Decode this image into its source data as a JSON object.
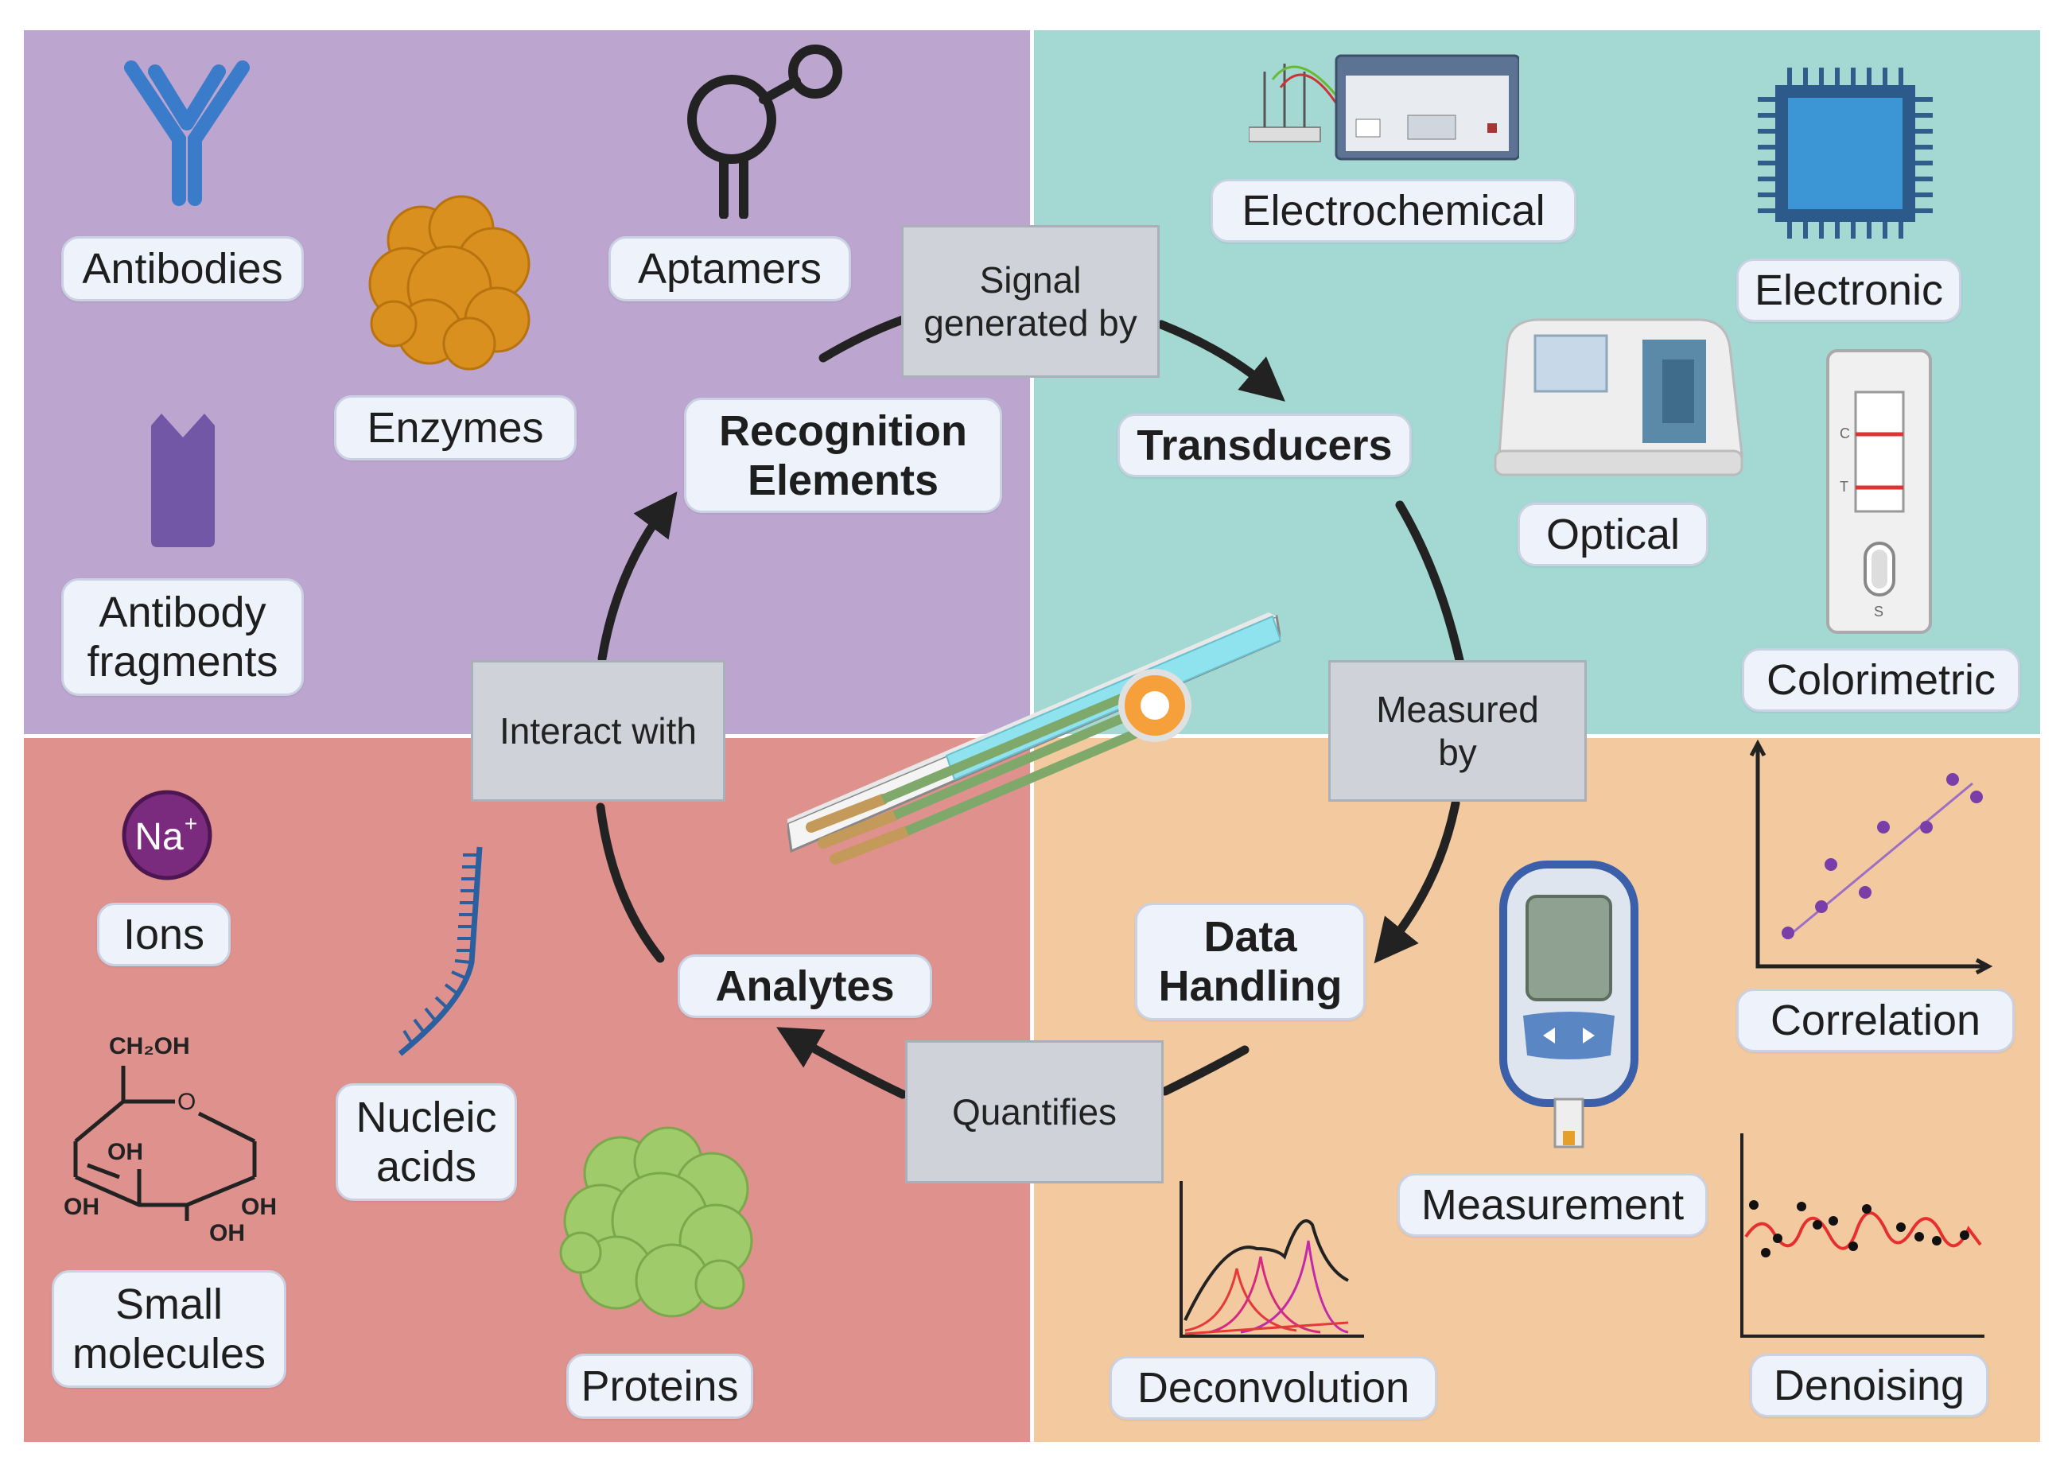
{
  "quadrants": {
    "recognition": {
      "color": "#bca5cf"
    },
    "transducers": {
      "color": "#a3d8d3"
    },
    "analytes": {
      "color": "#de918d"
    },
    "data": {
      "color": "#f3c99f"
    }
  },
  "cycle": {
    "recognition_elements": [
      "Recognition",
      "Elements"
    ],
    "transducers": "Transducers",
    "data_handling": [
      "Data",
      "Handling"
    ],
    "analytes": "Analytes"
  },
  "connectors": {
    "signal": [
      "Signal",
      "generated by"
    ],
    "measured": [
      "Measured",
      "by"
    ],
    "quantifies": "Quantifies",
    "interact": "Interact with"
  },
  "recognition_items": {
    "antibodies": "Antibodies",
    "enzymes": "Enzymes",
    "aptamers": "Aptamers",
    "antibody_fragments": [
      "Antibody",
      "fragments"
    ]
  },
  "transducer_items": {
    "electrochemical": "Electrochemical",
    "electronic": "Electronic",
    "optical": "Optical",
    "colorimetric": "Colorimetric"
  },
  "analyte_items": {
    "ions": "Ions",
    "na_symbol": "Na",
    "na_charge": "+",
    "nucleic_acids": [
      "Nucleic",
      "acids"
    ],
    "small_molecules": [
      "Small",
      "molecules"
    ],
    "proteins": "Proteins"
  },
  "data_items": {
    "measurement": "Measurement",
    "correlation": "Correlation",
    "deconvolution": "Deconvolution",
    "denoising": "Denoising"
  },
  "glucose_labels": {
    "ch2oh": "CH₂OH",
    "o": "O",
    "oh1": "OH",
    "oh2": "OH",
    "oh3": "OH",
    "oh4": "OH"
  },
  "test_strip_labels": {
    "c": "C",
    "t": "T",
    "s": "S"
  },
  "icons": [
    "antibody-icon",
    "enzyme-icon",
    "aptamer-icon",
    "antibody-fragment-icon",
    "potentiostat-icon",
    "chip-icon",
    "spectrophotometer-icon",
    "lateral-flow-strip-icon",
    "sensor-strip-icon",
    "sodium-ion-icon",
    "dna-strand-icon",
    "glucose-structure-icon",
    "protein-icon",
    "glucometer-icon",
    "scatter-plot-icon",
    "peaks-plot-icon",
    "noisy-signal-plot-icon"
  ]
}
